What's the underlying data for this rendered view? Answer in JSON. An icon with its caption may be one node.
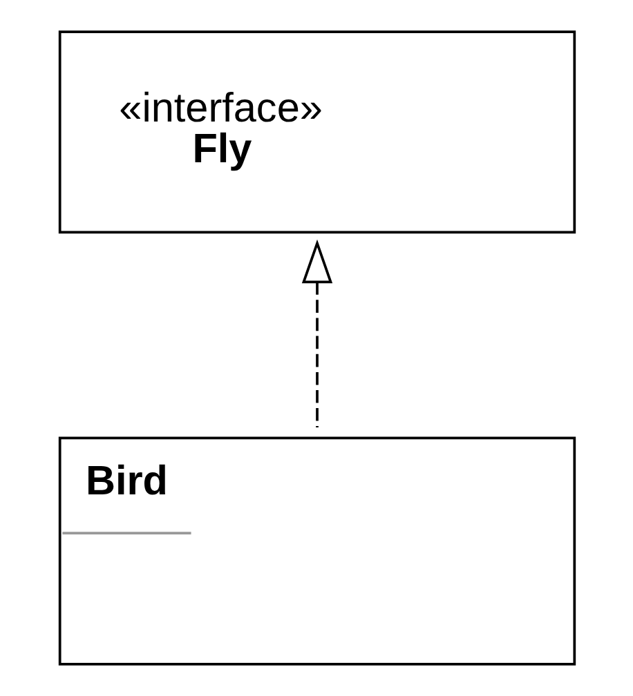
{
  "diagram": {
    "nodes": [
      {
        "text": [
          "«interface»",
          "Fly"
        ]
      },
      {
        "text": [
          "Bird"
        ]
      }
    ],
    "edges": [
      {
        "from": 1,
        "to": 0,
        "arrow": "to",
        "style": "dashed"
      }
    ]
  }
}
